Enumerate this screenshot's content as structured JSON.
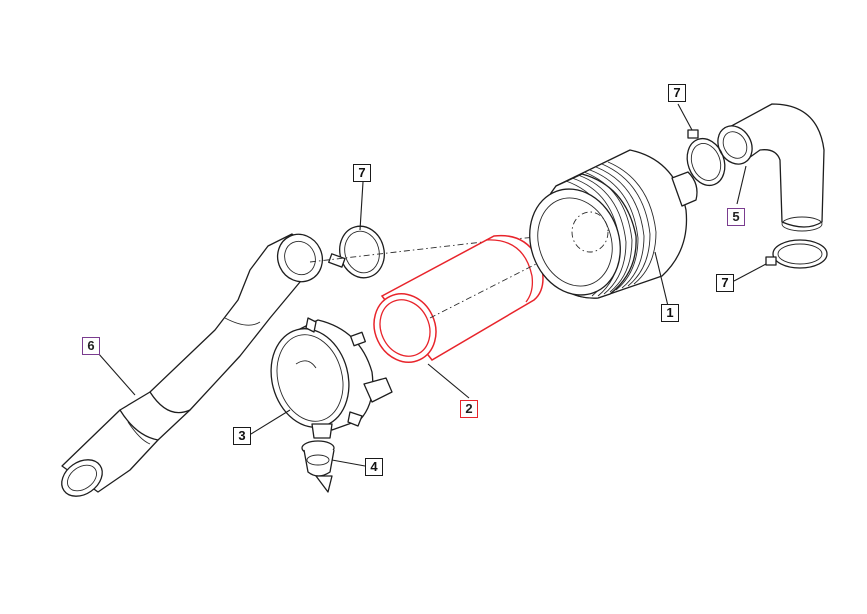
{
  "callouts": {
    "c1": "1",
    "c2": "2",
    "c3": "3",
    "c4": "4",
    "c5": "5",
    "c6": "6",
    "c7a": "7",
    "c7b": "7",
    "c7c": "7"
  },
  "colors": {
    "highlight": "#e8242b",
    "hose_callout": "#7a3c8f",
    "line": "#1e1e1e"
  }
}
